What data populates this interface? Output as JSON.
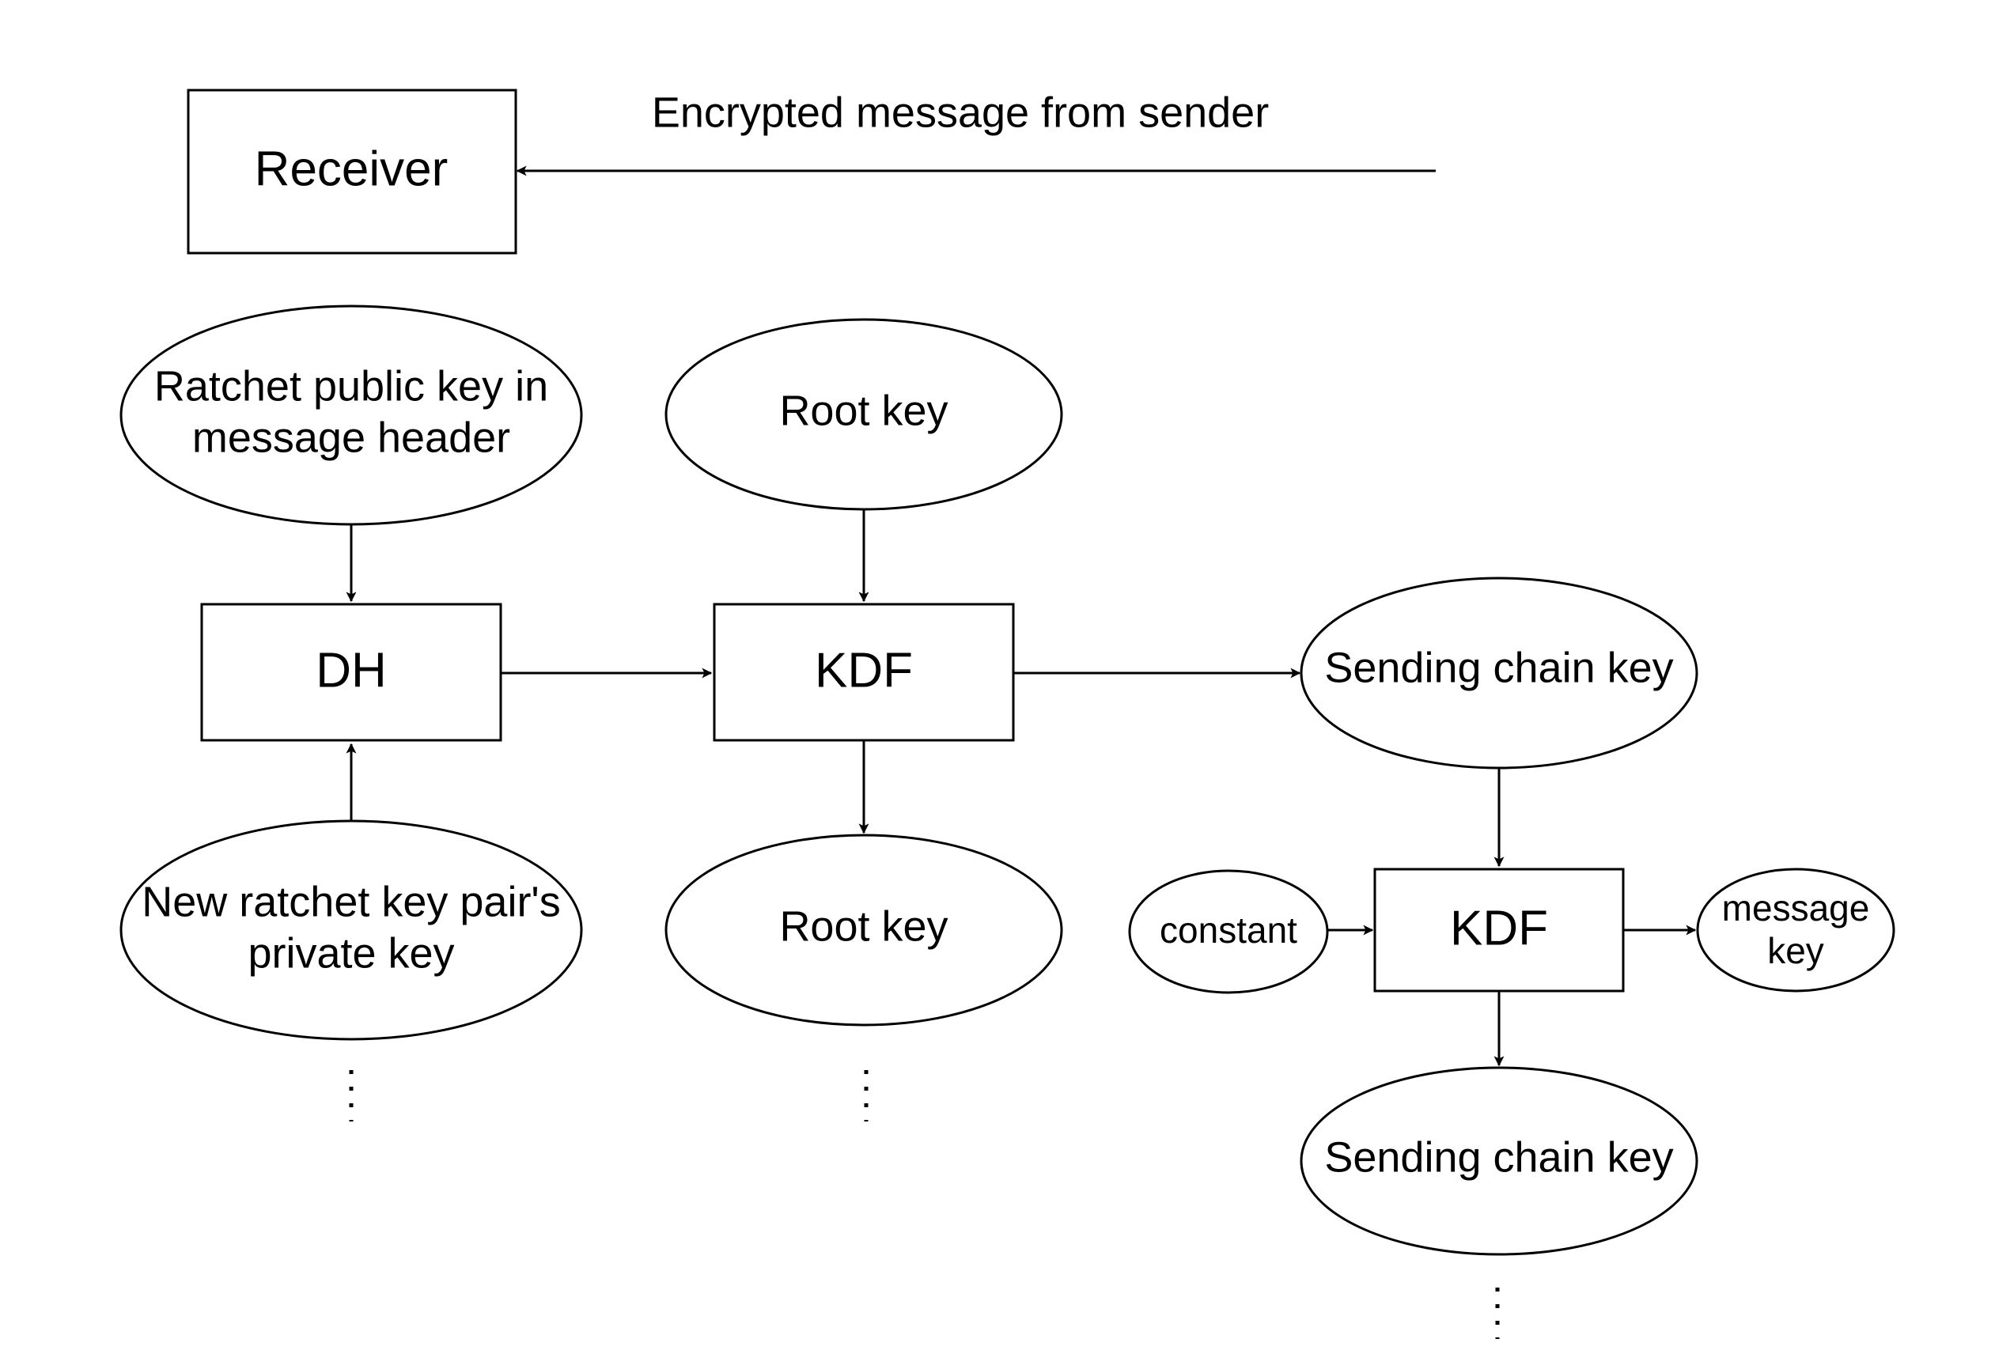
{
  "diagram": {
    "header_label": "Encrypted message from sender",
    "nodes": {
      "receiver": "Receiver",
      "ratchet_public_key": [
        "Ratchet public key in",
        "message header"
      ],
      "root_key_top": "Root key",
      "dh": "DH",
      "kdf_root": "KDF",
      "sending_chain_key_1": "Sending chain key",
      "new_private_key": [
        "New ratchet key pair's",
        "private key"
      ],
      "root_key_bottom": "Root key",
      "constant": "constant",
      "kdf_chain": "KDF",
      "message_key": [
        "message",
        "key"
      ],
      "sending_chain_key_2": "Sending chain key"
    }
  }
}
